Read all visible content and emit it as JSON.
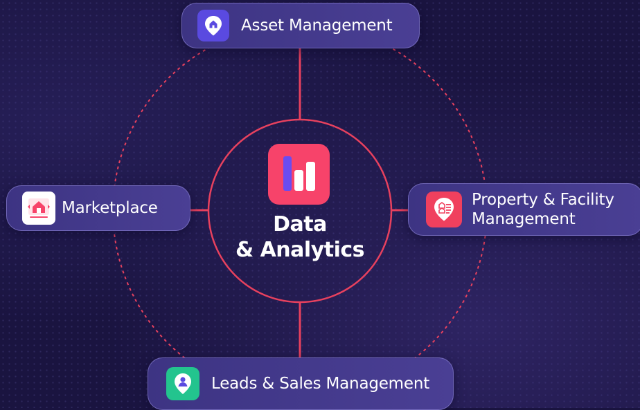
{
  "hub": {
    "line1": "Data",
    "line2": "& Analytics",
    "icon": "bar-chart-icon"
  },
  "modules": {
    "asset": {
      "label": "Asset Management",
      "icon": "location-pin-home-icon"
    },
    "marketplace": {
      "label": "Marketplace",
      "icon": "marketplace-house-icon"
    },
    "property": {
      "label": "Property & Facility Management",
      "icon": "property-listing-pin-icon"
    },
    "leads": {
      "label": "Leads & Sales Management",
      "icon": "user-pin-icon"
    }
  },
  "colors": {
    "background": "#1a1440",
    "pill": "#3d3483",
    "connector": "#e8415e",
    "hub_icon": "#f7436a",
    "asset_icon": "#5a4ae0",
    "property_icon": "#f0405e",
    "leads_icon": "#23c48e"
  }
}
